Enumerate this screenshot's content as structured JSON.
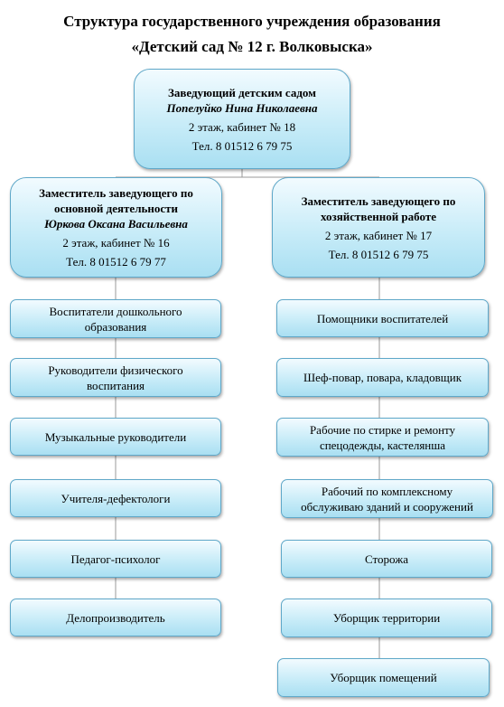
{
  "title": {
    "line1": "Структура государственного учреждения образования",
    "line2": "«Детский сад № 12 г. Волковыска»"
  },
  "head": {
    "position": "Заведующий детским садом",
    "name": "Попелуйко Нина Николаевна",
    "office": "2 этаж, кабинет № 18",
    "phone": "Тел. 8 01512 6 79 75"
  },
  "deputy_main": {
    "position_line1": "Заместитель заведующего по",
    "position_line2": "основной деятельности",
    "name": "Юркова Оксана Васильевна",
    "office": "2 этаж, кабинет № 16",
    "phone": "Тел. 8 01512 6 79 77"
  },
  "deputy_econ": {
    "position_line1": "Заместитель заведующего по",
    "position_line2": "хозяйственной работе",
    "office": "2 этаж, кабинет № 17",
    "phone": "Тел. 8 01512 6 79 75"
  },
  "left_units": [
    {
      "line1": "Воспитатели дошкольного",
      "line2": "образования"
    },
    {
      "line1": "Руководители физического",
      "line2": "воспитания"
    },
    {
      "line1": "Музыкальные руководители",
      "line2": ""
    },
    {
      "line1": "Учителя-дефектологи",
      "line2": ""
    },
    {
      "line1": "Педагог-психолог",
      "line2": ""
    },
    {
      "line1": "Делопроизводитель",
      "line2": ""
    }
  ],
  "right_units": [
    {
      "line1": "Помощники воспитателей",
      "line2": ""
    },
    {
      "line1": "Шеф-повар, повара, кладовщик",
      "line2": ""
    },
    {
      "line1": "Рабочие по стирке и ремонту",
      "line2": "спецодежды, кастелянша"
    },
    {
      "line1": "Рабочий по комплексному",
      "line2": "обслуживаю зданий и сооружений"
    },
    {
      "line1": "Сторожа",
      "line2": ""
    },
    {
      "line1": "Уборщик территории",
      "line2": ""
    },
    {
      "line1": "Уборщик помещений",
      "line2": ""
    }
  ]
}
